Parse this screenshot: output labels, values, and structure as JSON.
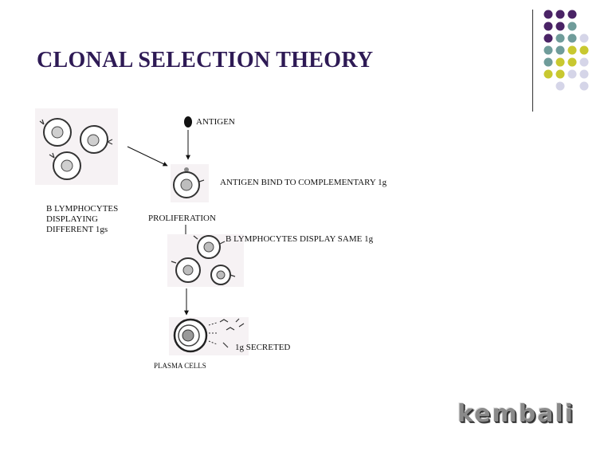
{
  "slide": {
    "title": "CLONAL SELECTION THEORY"
  },
  "diagram": {
    "labels": {
      "antigen": "ANTIGEN",
      "antigen_bind": "ANTIGEN BIND TO COMPLEMENTARY 1g",
      "proliferation": "PROLIFERATION",
      "b_display_same": "B LYMPHOCYTES DISPLAY SAME 1g",
      "ig_secreted": "1g SECRETED",
      "plasma_cells": "PLASMA CELLS"
    },
    "b_lymphocytes_caption": [
      "B LYMPHOCYTES",
      "DISPLAYING",
      "DIFFERENT 1gs"
    ]
  },
  "decor": {
    "dot_colors": {
      "purple": "#4a2366",
      "teal": "#6f9c9a",
      "yellow": "#c8c830",
      "lavender": "#d5d5e8"
    },
    "logo_text": "kembali"
  }
}
